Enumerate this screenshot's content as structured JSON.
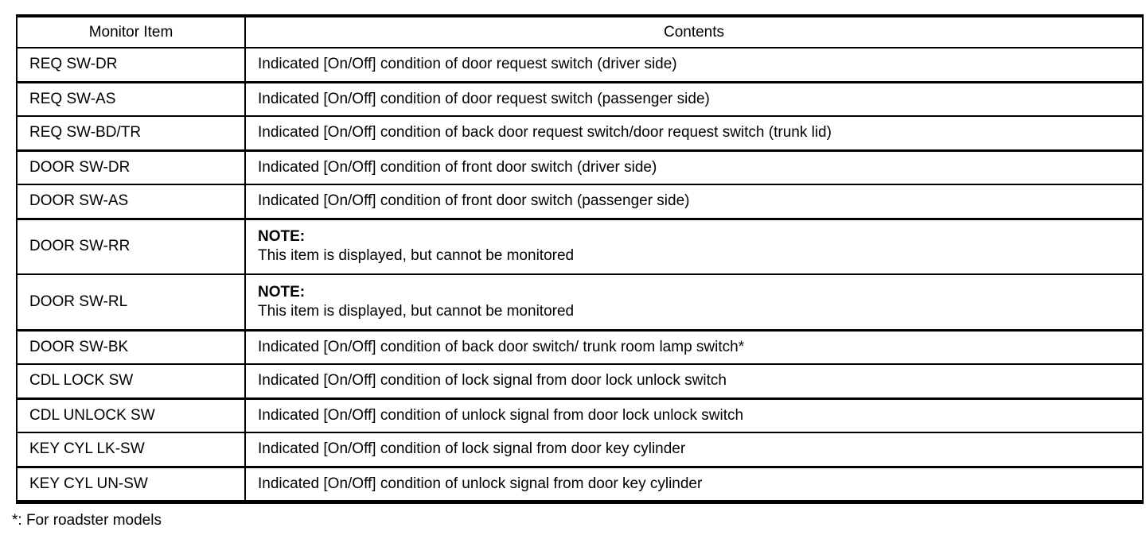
{
  "table": {
    "columns": {
      "monitor_item": "Monitor Item",
      "contents": "Contents"
    },
    "rows": [
      {
        "item": "REQ SW-DR",
        "contents": "Indicated [On/Off] condition of door request switch (driver side)"
      },
      {
        "item": "REQ SW-AS",
        "contents": "Indicated [On/Off] condition of door request switch (passenger side)"
      },
      {
        "item": "REQ SW-BD/TR",
        "contents": "Indicated [On/Off] condition of back door request switch/door request switch (trunk lid)"
      },
      {
        "item": "DOOR SW-DR",
        "contents": "Indicated [On/Off] condition of front door switch (driver side)"
      },
      {
        "item": "DOOR SW-AS",
        "contents": "Indicated [On/Off] condition of front door switch (passenger side)"
      },
      {
        "item": "DOOR SW-RR",
        "note_label": "NOTE:",
        "contents": "This item is displayed, but cannot be monitored"
      },
      {
        "item": "DOOR SW-RL",
        "note_label": "NOTE:",
        "contents": "This item is displayed, but cannot be monitored"
      },
      {
        "item": "DOOR SW-BK",
        "contents": "Indicated [On/Off] condition of back door switch/ trunk room lamp switch*"
      },
      {
        "item": "CDL LOCK SW",
        "contents": "Indicated [On/Off] condition of lock signal from door lock unlock switch"
      },
      {
        "item": "CDL UNLOCK SW",
        "contents": "Indicated [On/Off] condition of unlock signal from door lock unlock switch"
      },
      {
        "item": "KEY CYL LK-SW",
        "contents": "Indicated [On/Off] condition of lock signal from door key cylinder"
      },
      {
        "item": "KEY CYL UN-SW",
        "contents": "Indicated [On/Off] condition of unlock signal from door key cylinder"
      }
    ],
    "footnote": "*: For roadster models"
  }
}
